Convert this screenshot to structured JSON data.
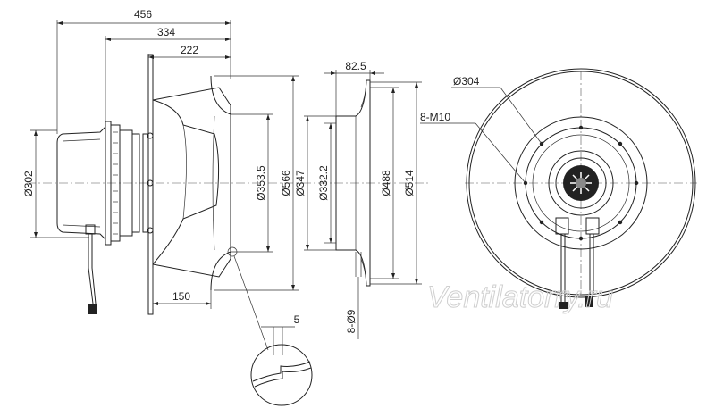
{
  "side_view": {
    "overall_length": "456",
    "impeller_length": "334",
    "flange_to_inlet": "222",
    "motor_diameter": "Ø302",
    "inlet_diameter": "Ø353.5",
    "impeller_diameter": "Ø566",
    "base_length": "150",
    "gap": "5"
  },
  "inlet_ring": {
    "depth": "82.5",
    "outer_diameter": "Ø347",
    "throat_diameter": "Ø332.2",
    "flange_inner_diameter": "Ø488",
    "flange_outer_diameter": "Ø514",
    "mounting_holes": "8-Ø9"
  },
  "front_view": {
    "bolt_circle": "Ø304",
    "thread": "8-M10"
  },
  "watermark": "Ventilatorry.ru"
}
